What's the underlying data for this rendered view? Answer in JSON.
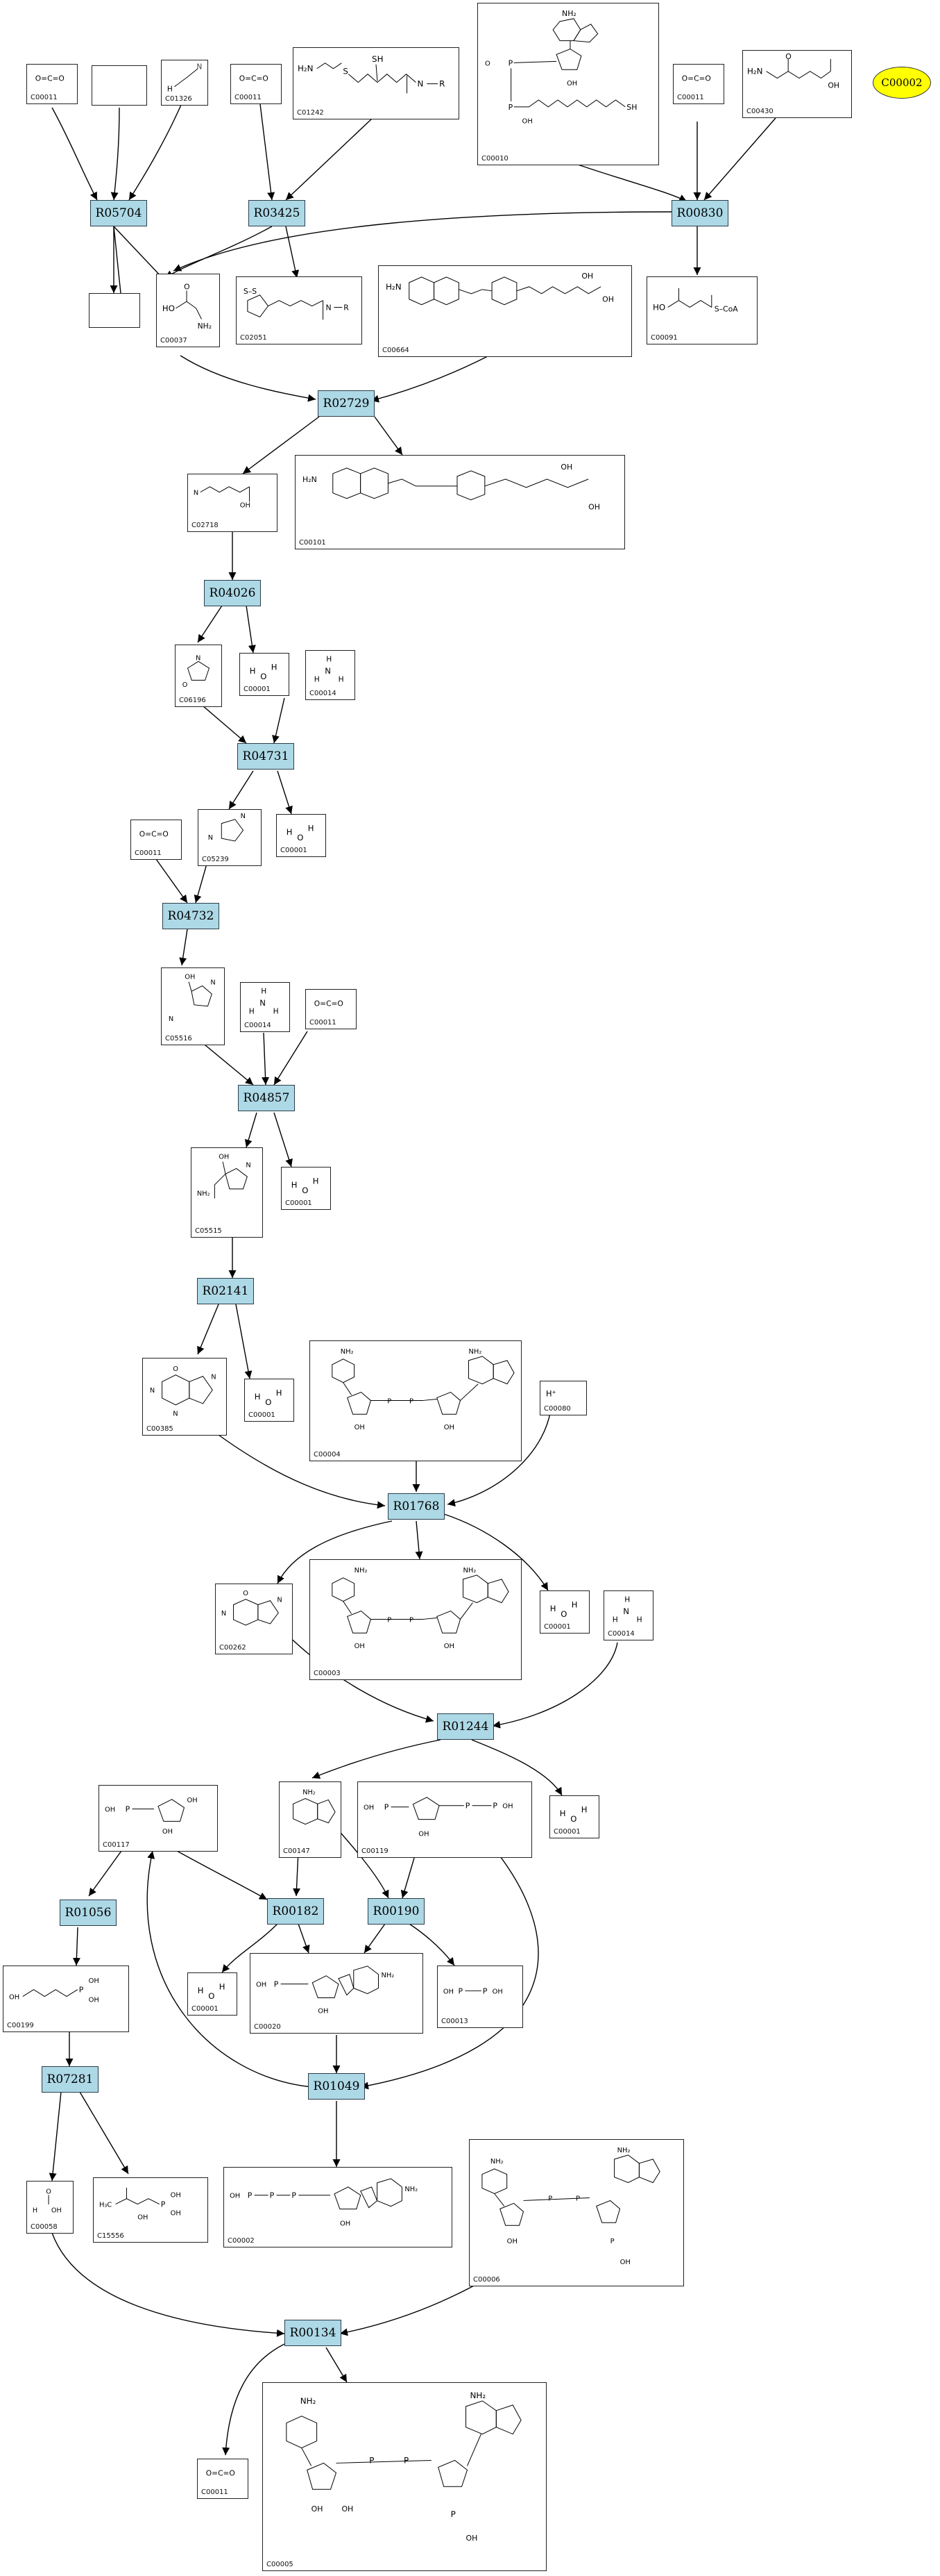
{
  "diagram": {
    "reactions": [
      "R05704",
      "R03425",
      "R00830",
      "R02729",
      "R04026",
      "R04731",
      "R04732",
      "R04857",
      "R02141",
      "R01768",
      "R01244",
      "R01056",
      "R00182",
      "R00190",
      "R07281",
      "R01049",
      "R00134"
    ],
    "compounds": {
      "c00011_a": "C00011",
      "c01326": "C01326",
      "c00011_b": "C00011",
      "c01242": "C01242",
      "c00010": "C00010",
      "c00011_c": "C00011",
      "c00430": "C00430",
      "c00037": "C00037",
      "c02051": "C02051",
      "c00664": "C00664",
      "c00091": "C00091",
      "c02718": "C02718",
      "c00101": "C00101",
      "c06196": "C06196",
      "c00001_a": "C00001",
      "c00014_a": "C00014",
      "c05239": "C05239",
      "c00001_b": "C00001",
      "c00011_d": "C00011",
      "c05516": "C05516",
      "c00014_b": "C00014",
      "c00011_e": "C00011",
      "c05515": "C05515",
      "c00001_c": "C00001",
      "c00385": "C00385",
      "c00001_d": "C00001",
      "c00004": "C00004",
      "c00080": "C00080",
      "c00262": "C00262",
      "c00003": "C00003",
      "c00001_e": "C00001",
      "c00014_c": "C00014",
      "c00117": "C00117",
      "c00147": "C00147",
      "c00119": "C00119",
      "c00001_f": "C00001",
      "c00199": "C00199",
      "c00001_g": "C00001",
      "c00020": "C00020",
      "c00013": "C00013",
      "c00058": "C00058",
      "c15556": "C15556",
      "c00002_box": "C00002",
      "c00006": "C00006",
      "c00011_f": "C00011",
      "c00005": "C00005"
    },
    "highlight": {
      "label": "C00002",
      "color": "#ffff00"
    },
    "molecule_text": {
      "co2": "O=C=O",
      "hcn_n": "N",
      "hcn_h": "H",
      "water_h1": "H",
      "water_o": "O",
      "water_h2": "H",
      "nh3_h1": "H",
      "nh3_n": "N",
      "nh3_h2": "H",
      "nh3_h3": "H",
      "hplus": "H⁺",
      "c01242_h2n": "H₂N",
      "c01242_s": "S",
      "c01242_sh": "SH",
      "c01242_n": "N",
      "c01242_r": "R",
      "c00430_h2n": "H₂N",
      "c00430_o": "O",
      "c00430_oh": "OH",
      "c00037_ho": "HO",
      "c00037_nh2": "NH₂",
      "c00037_o": "O",
      "c02051_ss": "S–S",
      "c02051_n": "N",
      "c02051_r": "R",
      "c00091_ho": "HO",
      "c00091_scoa": "S–CoA",
      "c00010_nh2": "NH₂",
      "c00010_sh": "SH",
      "c00664_h2n": "H₂N",
      "c00664_oh": "OH",
      "c00058_o": "O",
      "c00058_oh": "OH",
      "c00058_h": "H",
      "c15556_h3c": "H₃C",
      "c15556_p": "P",
      "c15556_oh": "OH",
      "c00013_p": "P",
      "c00013_oh": "OH",
      "c00006_nh2": "NH₂",
      "c00005_nh2": "NH₂",
      "c00004_nh2": "NH₂",
      "c00003_nh2": "NH₂",
      "c00020_nh2": "NH₂",
      "c00002_nh2": "NH₂",
      "c00147_nh2": "NH₂",
      "generic_oh": "OH",
      "generic_p": "P",
      "generic_n": "N",
      "generic_o": "O"
    }
  }
}
